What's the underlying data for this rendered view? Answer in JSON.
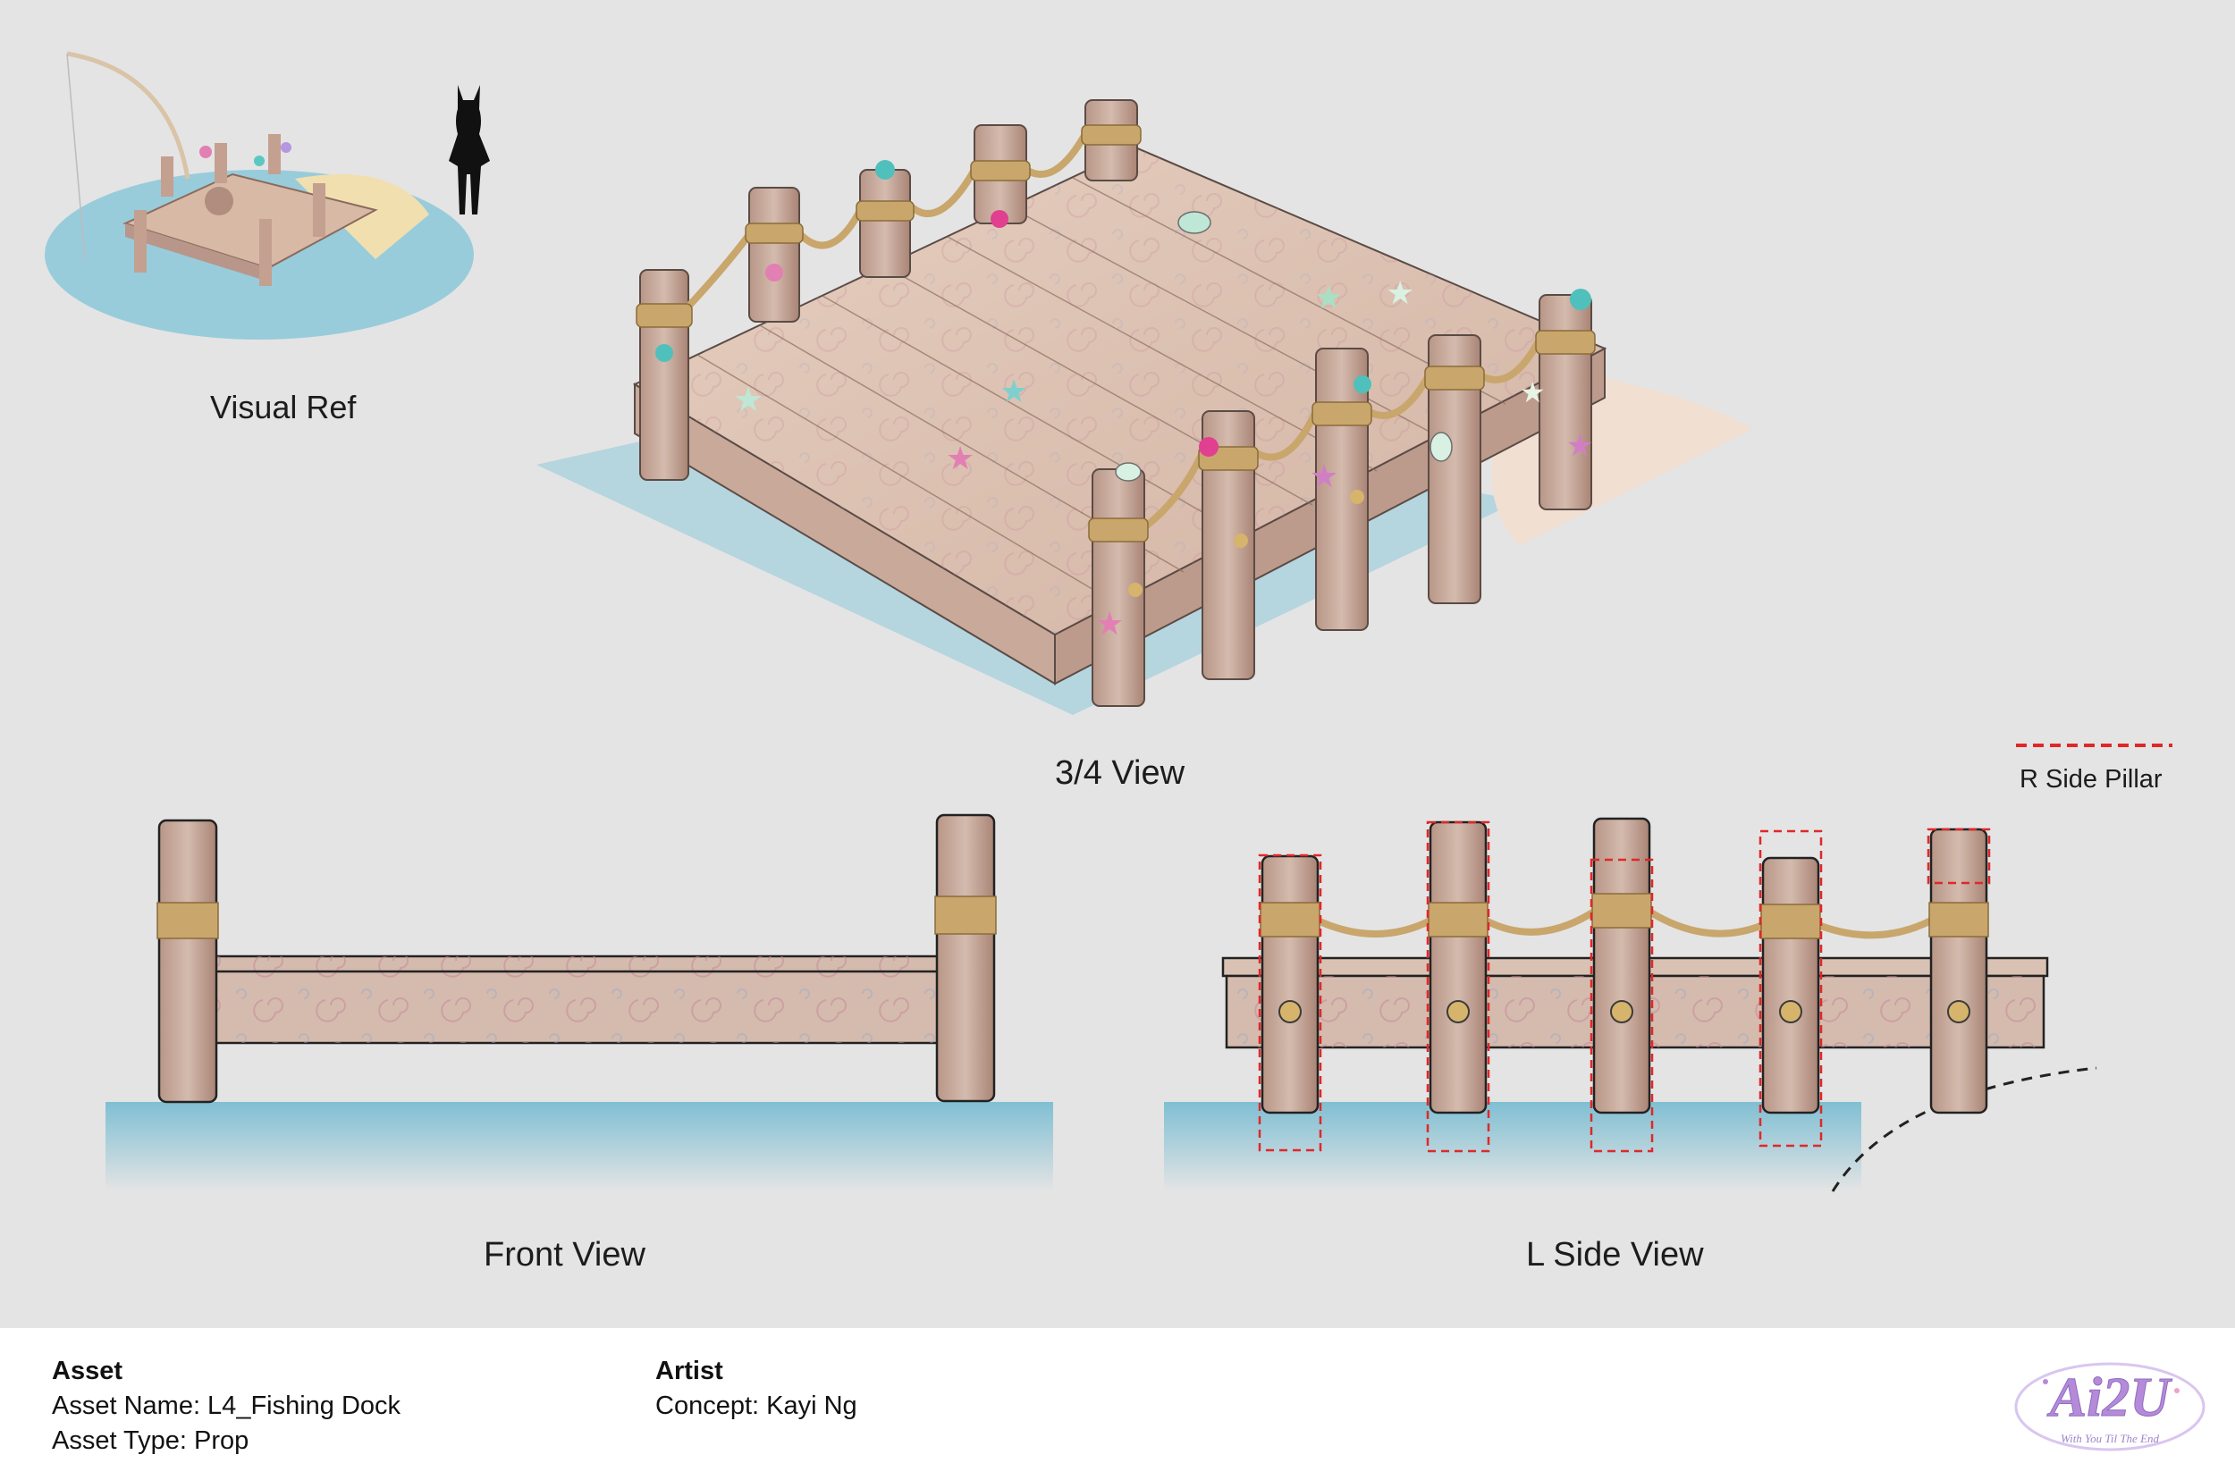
{
  "views": {
    "visual_ref": "Visual Ref",
    "three_quarter": "3/4 View",
    "front": "Front View",
    "left_side": "L Side View"
  },
  "legend": {
    "label": "R Side Pillar",
    "color": "#e02828",
    "style": "dashed"
  },
  "footer": {
    "asset_heading": "Asset",
    "asset_name": "Asset Name: L4_Fishing Dock",
    "asset_type": "Asset Type: Prop",
    "artist_heading": "Artist",
    "concept": "Concept: Kayi Ng"
  },
  "logo": {
    "text": "Ai2U",
    "tagline": "With You Til The End"
  },
  "colors": {
    "background": "#e4e4e4",
    "water": "#7fbfd3",
    "wood": "#cfb4a4",
    "rope": "#c9a66b",
    "sand": "#f1dfd2",
    "logo_accent": "#b58ad8"
  }
}
